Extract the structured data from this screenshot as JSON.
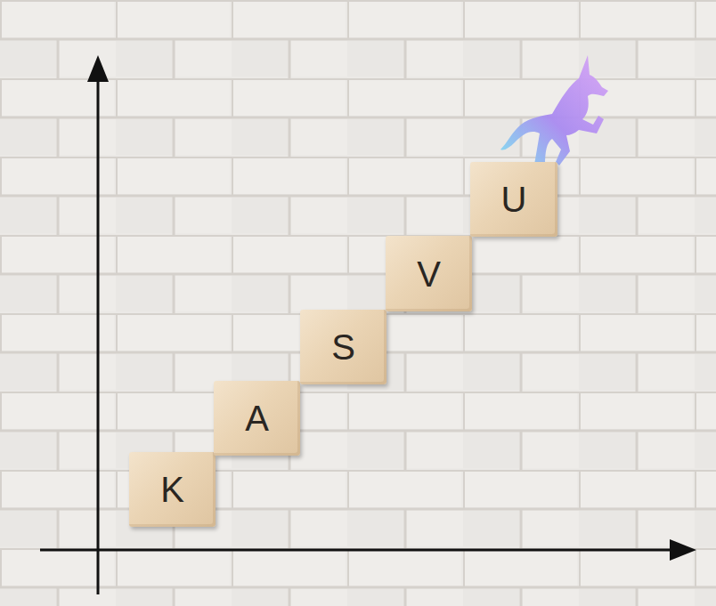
{
  "diagram": {
    "nodes": [
      {
        "text": [
          "K"
        ]
      },
      {
        "text": [
          "A"
        ]
      },
      {
        "text": [
          "S"
        ]
      },
      {
        "text": [
          "V"
        ]
      },
      {
        "text": [
          "U"
        ]
      }
    ]
  }
}
